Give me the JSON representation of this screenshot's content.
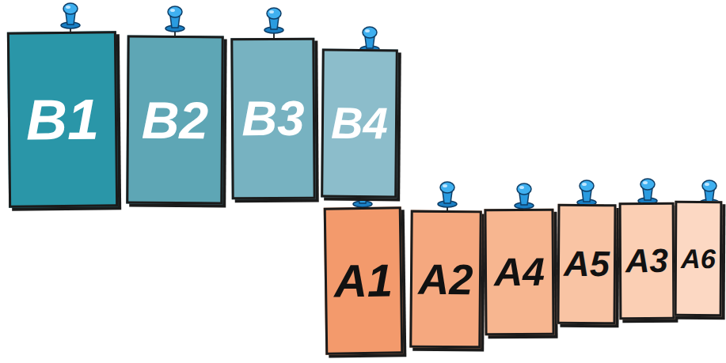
{
  "diagram": {
    "nodes": [
      {
        "text": [
          "B1"
        ]
      },
      {
        "text": [
          "B2"
        ]
      },
      {
        "text": [
          "B3"
        ]
      },
      {
        "text": [
          "B4"
        ]
      },
      {
        "text": [
          "A1"
        ]
      },
      {
        "text": [
          "A2"
        ]
      },
      {
        "text": [
          "A4"
        ]
      },
      {
        "text": [
          "A5"
        ]
      },
      {
        "text": [
          "A3"
        ]
      },
      {
        "text": [
          "A6"
        ]
      }
    ]
  }
}
